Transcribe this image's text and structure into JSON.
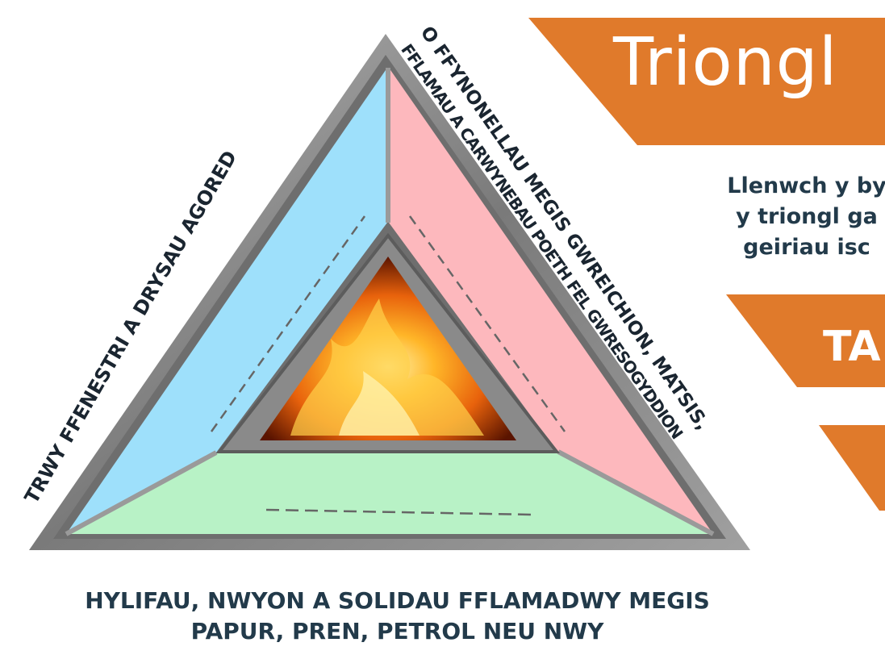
{
  "title": "Triongl",
  "instructions": [
    "Llenwch y by",
    "y triongl ga",
    "geiriau isc"
  ],
  "tab_label": "TA",
  "side_labels": {
    "left": "TRWY FFENESTRI A DRYSAU AGORED",
    "right_outer": "O FFYNONELLAU MEGIS GWREICHION, MATSIS,",
    "right_inner": "FFLAMAU A CARWYNEBAU POETH FEL GWRESOGYDDION"
  },
  "bottom_label": {
    "line1": "HYLIFAU, NWYON A SOLIDAU FFLAMADWY MEGIS",
    "line2": "PAPUR, PREN, PETROL NEU NWY"
  },
  "colors": {
    "banner": "#e07a2b",
    "segment_left": "#9ee0fb",
    "segment_right": "#fdb8bd",
    "segment_bottom": "#b8f2c6",
    "frame": "#8c8c8c",
    "text": "#223a4a"
  }
}
